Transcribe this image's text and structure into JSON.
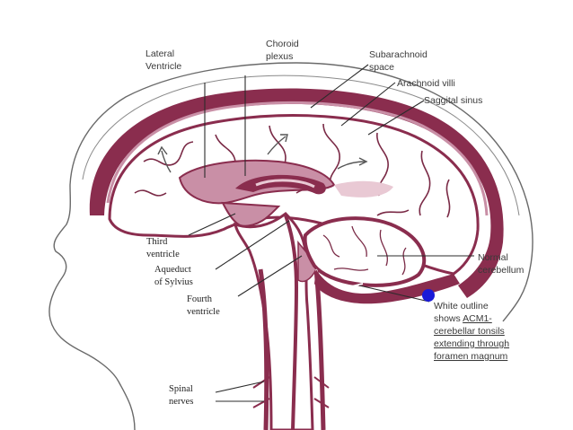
{
  "labels": {
    "lateral_ventricle": [
      "Lateral",
      "Ventricle"
    ],
    "choroid_plexus": [
      "Choroid",
      "plexus"
    ],
    "subarachnoid_space": [
      "Subarachnoid",
      "space"
    ],
    "arachnoid_villi": "Arachnoid villi",
    "saggital_sinus": "Saggital sinus",
    "third_ventricle": [
      "Third",
      "ventricle"
    ],
    "aqueduct_of_sylvius": [
      "Aqueduct",
      "of Sylvius"
    ],
    "fourth_ventricle": [
      "Fourth",
      "ventricle"
    ],
    "spinal_nerves": [
      "Spinal",
      "nerves"
    ],
    "normal_cerebellum": [
      "Normal",
      "cerebellum"
    ],
    "note": {
      "line1": "White outline",
      "line2_prefix": "shows ",
      "line2_link": "ACM1-",
      "line3": "cerebellar tonsils",
      "line4": "extending through",
      "line5": "foramen magnum"
    }
  },
  "colors": {
    "csf_maroon": "#8a2d4e",
    "ventricle_pink": "#c98fa6",
    "pale_pink": "#e9c9d4",
    "marker_blue": "#1a1ad8"
  }
}
